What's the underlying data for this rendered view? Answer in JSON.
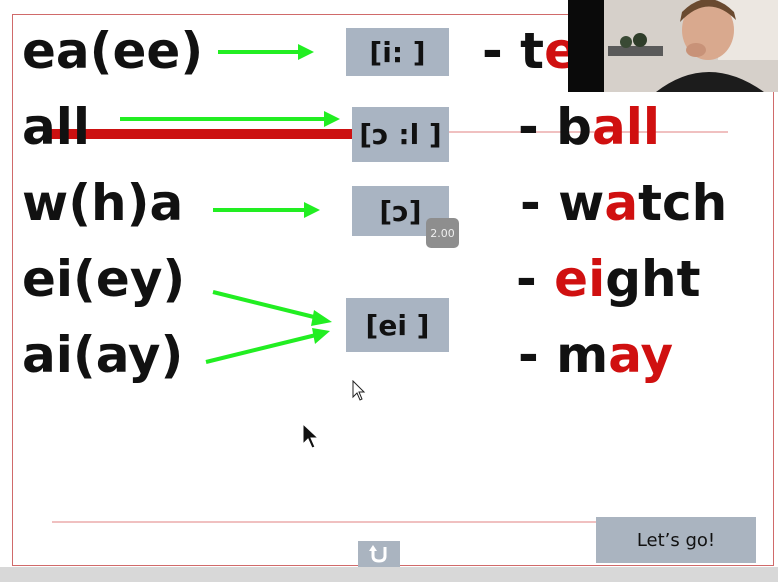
{
  "rows": [
    {
      "pattern": "ea(ee)",
      "ipa": "[i: ]",
      "example_dash": "- ",
      "example_pre": "t",
      "example_hl": "e",
      "example_post": ""
    },
    {
      "pattern": "all",
      "ipa": "[ɔ :l ]",
      "example_dash": "- ",
      "example_pre": "b",
      "example_hl": "all",
      "example_post": ""
    },
    {
      "pattern": "w(h)a",
      "ipa": "[ɔ]",
      "example_dash": "- ",
      "example_pre": "w",
      "example_hl": "a",
      "example_post": "tch"
    },
    {
      "pattern": "ei(ey)",
      "example_dash": "- ",
      "example_pre": "",
      "example_hl": "ei",
      "example_post": "ght"
    },
    {
      "pattern": "ai(ay)",
      "ipa": "[ei ]",
      "example_dash": "- ",
      "example_pre": "m",
      "example_hl": "ay",
      "example_post": ""
    }
  ],
  "speed_badge": "2.00",
  "go_button": "Let’s go!",
  "back_icon": "u-turn-icon",
  "colors": {
    "arrow": "#22ee22",
    "highlight": "#d01010",
    "ipa_box": "#a9b4c2",
    "strike": "#cc1111"
  }
}
